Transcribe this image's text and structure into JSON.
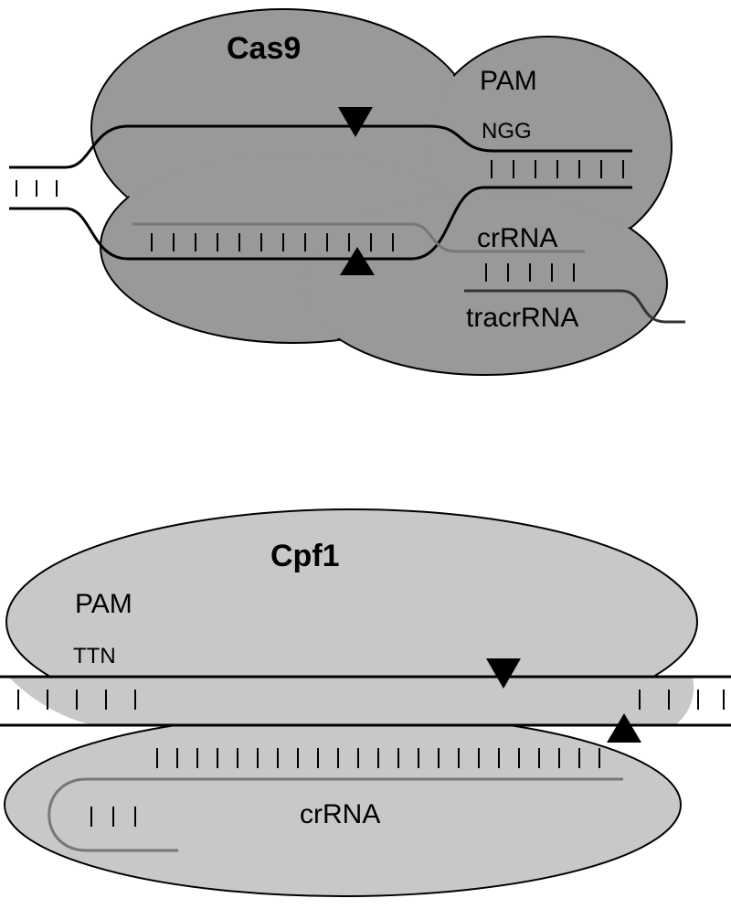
{
  "colors": {
    "cas9_body": "#999999",
    "cpf1_body": "#c8c8c8",
    "dna": "#000000",
    "crrna": "#777777",
    "tracrrna": "#333333"
  },
  "cas9": {
    "title": "Cas9",
    "pam_label": "PAM",
    "pam_seq": "NGG",
    "crrna_label": "crRNA",
    "tracrrna_label": "tracrRNA"
  },
  "cpf1": {
    "title": "Cpf1",
    "pam_label": "PAM",
    "pam_seq": "TTN",
    "crrna_label": "crRNA"
  }
}
